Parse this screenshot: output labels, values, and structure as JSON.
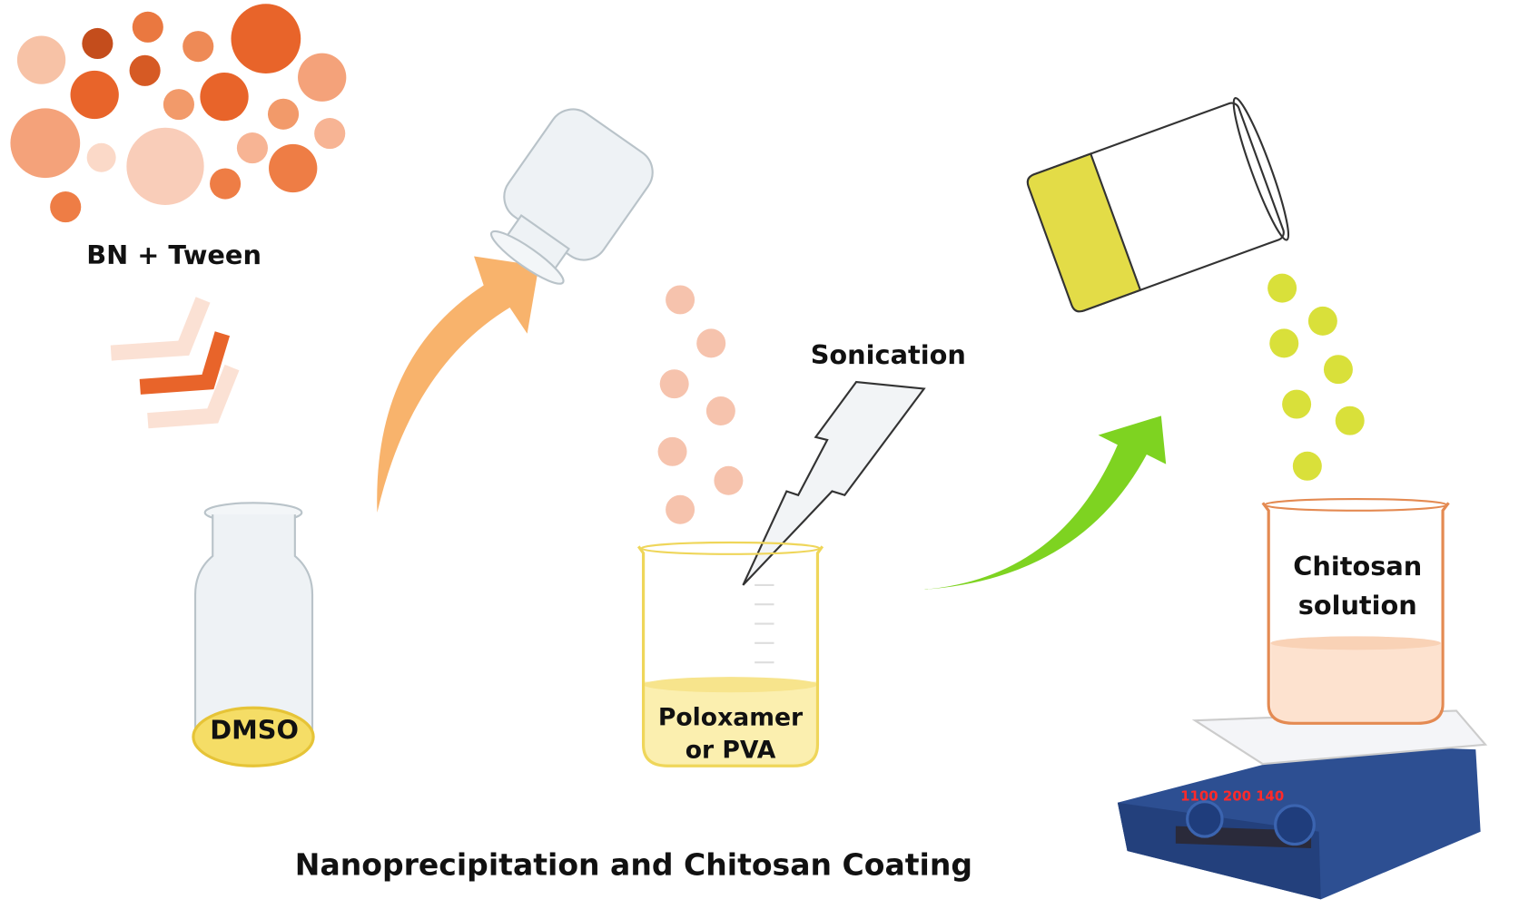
{
  "labels": {
    "bn_tween": "BN + Tween",
    "dmso": "DMSO",
    "sonication": "Sonication",
    "poloxamer_line1": "Poloxamer",
    "poloxamer_line2": "or PVA",
    "chitosan_line1": "Chitosan",
    "chitosan_line2": "solution",
    "title": "Nanoprecipitation and Chitosan Coating"
  },
  "colors": {
    "orange_dark": "#e8642a",
    "orange_light": "#f7c2a6",
    "arrow_orange": "#f8b36c",
    "arrow_green": "#7ed321",
    "yellow_liquid": "#e3dc47",
    "droplet_peach": "#f6c3ad",
    "droplet_yellow": "#d9e03a",
    "hotplate_blue": "#2d4f92"
  }
}
